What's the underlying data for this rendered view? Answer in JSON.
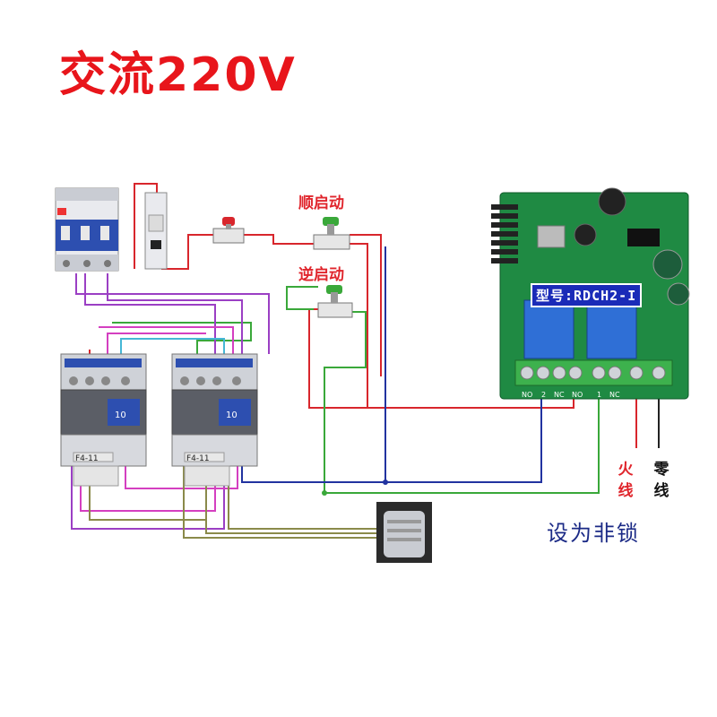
{
  "title": "交流220V",
  "labels": {
    "forward_start": "顺启动",
    "reverse_start": "逆启动",
    "model": "型号:RDCH2-I",
    "live": "火线",
    "neutral": "零线",
    "set_non_latching": "设为非锁"
  },
  "terminal_labels": [
    "NO",
    "2",
    "NC",
    "NO",
    "1",
    "NC"
  ],
  "contactor": {
    "rating": "10",
    "aux_module": "F4-11"
  },
  "colors": {
    "title": "#e8151b",
    "board": "#1f8a43",
    "relay": "#2f6fd6",
    "wire_red": "#d8262c",
    "wire_blue": "#2233a0",
    "wire_green": "#3aa83a",
    "wire_purple": "#9b3fc4",
    "wire_pink": "#d43fc0",
    "wire_olive": "#8a8a4a",
    "wire_cyan": "#45b7d6"
  }
}
